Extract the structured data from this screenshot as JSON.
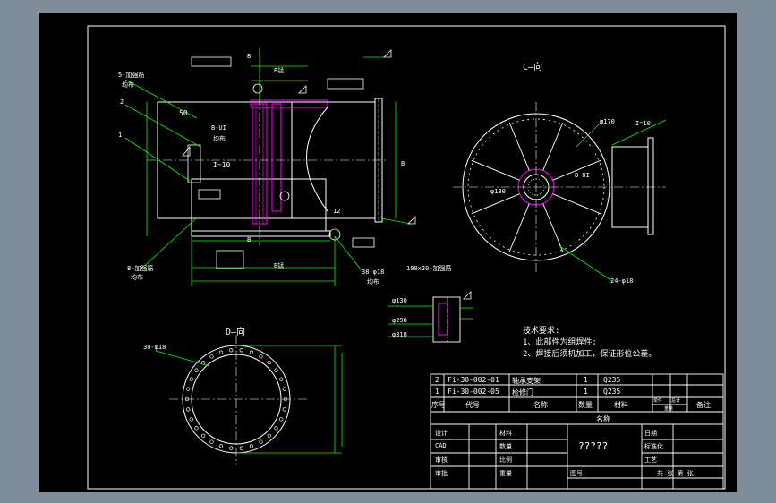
{
  "colors": {
    "viewport_bg": "#7f8c9a",
    "paper_bg": "#000000",
    "frame": "#ffffff",
    "geometry": "#ffffff",
    "dimension": "#00ff00",
    "text": "#ffffff",
    "hatch": "#ff00ff",
    "weld_cyan": "#00ffff"
  },
  "views": {
    "view_c_label": "C—向",
    "view_d_label": "D—向"
  },
  "front_view": {
    "dim_value": "B",
    "dim_value_2": "B锰",
    "label_i10": "I=10",
    "label_50": "50",
    "label_12": "12",
    "leader_1": "1",
    "leader_2": "2",
    "leader_5": "5-加强筋",
    "leader_5b": "均布",
    "leader_8": "8-加强筋",
    "leader_8b": "均布",
    "leader_bui": "B-UI",
    "leader_bui_b": "均布",
    "leader_38": "38-φ18",
    "leader_38b": "均布",
    "leader_100": "100x20-加强筋"
  },
  "view_c": {
    "label_i10": "I=10",
    "label_dia130": "φ130",
    "label_bui": "B-UI",
    "label_24": "24-φ18",
    "label_dia": "φ170"
  },
  "section_detail": {
    "dia1": "φ130",
    "dia2": "φ298",
    "dia3": "φ318"
  },
  "view_d": {
    "label_30": "30-φ18"
  },
  "tech_req": {
    "title": "技术要求:",
    "item1": "1、此部件为组焊件;",
    "item2": "2、焊接后须机加工，保证形位公差。"
  },
  "bom": {
    "rows": [
      {
        "no": "2",
        "code": "Fi-30-002-01",
        "name": "轴承支架",
        "qty": "1",
        "material": "Q235"
      },
      {
        "no": "1",
        "code": "Fi-30-002-05",
        "name": "检修门",
        "qty": "1",
        "material": "Q235"
      }
    ],
    "header": {
      "no": "序号",
      "code": "代号",
      "name": "名称",
      "qty": "数量",
      "material": "材料",
      "weight_single": "单件",
      "weight_total": "总计",
      "weight": "重量",
      "remark": "备注"
    }
  },
  "title_block": {
    "name_label": "名称",
    "design": "设计",
    "material_label": "材料",
    "date": "日期",
    "cad": "CAD",
    "qty_label": "数量",
    "standard": "标准化",
    "check": "审核",
    "scale": "比例",
    "process": "工艺",
    "approve": "审批",
    "weight_label": "重量",
    "drawing_no": "图号",
    "sheets": "共  张   第  张",
    "title_value": "?????"
  }
}
